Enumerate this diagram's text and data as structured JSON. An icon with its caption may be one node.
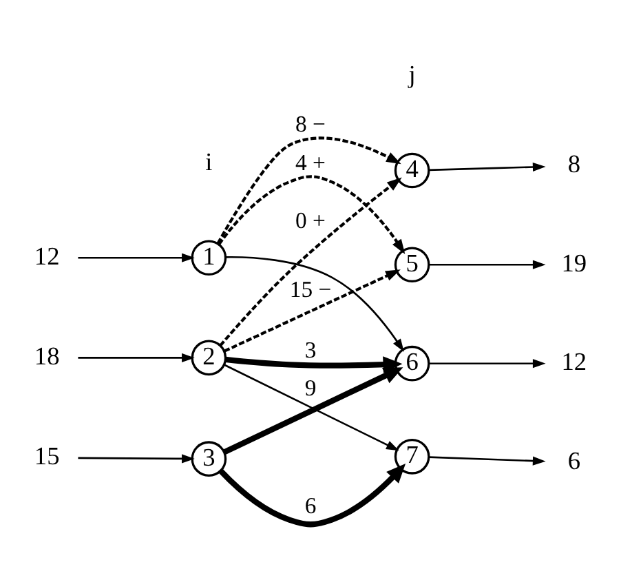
{
  "diagram": {
    "nodes": [
      {
        "text": [
          "1"
        ]
      },
      {
        "text": [
          "2"
        ]
      },
      {
        "text": [
          "3"
        ]
      },
      {
        "text": [
          "4"
        ]
      },
      {
        "text": [
          "5"
        ]
      },
      {
        "text": [
          "6"
        ]
      },
      {
        "text": [
          "7"
        ]
      },
      {
        "text": [
          "12"
        ]
      },
      {
        "text": [
          "18"
        ]
      },
      {
        "text": [
          "15"
        ]
      },
      {
        "text": [
          "8"
        ]
      },
      {
        "text": [
          "19"
        ]
      },
      {
        "text": [
          "12"
        ]
      },
      {
        "text": [
          "6"
        ]
      }
    ],
    "edges": [
      {
        "from": 7,
        "to": 0,
        "arrow": "to"
      },
      {
        "from": 8,
        "to": 1,
        "arrow": "to"
      },
      {
        "from": 9,
        "to": 2,
        "arrow": "to"
      },
      {
        "from": 0,
        "to": 3,
        "arrow": "to",
        "label": "8 −",
        "style": "dashed"
      },
      {
        "from": 0,
        "to": 4,
        "arrow": "to",
        "label": "4 +",
        "style": "dashed"
      },
      {
        "from": 0,
        "to": 5,
        "arrow": "to"
      },
      {
        "from": 1,
        "to": 3,
        "arrow": "to",
        "label": "0 +",
        "style": "dashed"
      },
      {
        "from": 1,
        "to": 4,
        "arrow": "to",
        "label": "15 −",
        "style": "dashed"
      },
      {
        "from": 1,
        "to": 5,
        "arrow": "to",
        "label": "3",
        "style": "thick"
      },
      {
        "from": 1,
        "to": 6,
        "arrow": "to"
      },
      {
        "from": 2,
        "to": 5,
        "arrow": "to",
        "label": "9",
        "style": "thick"
      },
      {
        "from": 2,
        "to": 6,
        "arrow": "to",
        "label": "6",
        "style": "thick"
      },
      {
        "from": 3,
        "to": 10,
        "arrow": "to"
      },
      {
        "from": 4,
        "to": 11,
        "arrow": "to"
      },
      {
        "from": 5,
        "to": 12,
        "arrow": "to"
      },
      {
        "from": 6,
        "to": 13,
        "arrow": "to"
      }
    ],
    "labels": [
      "i",
      "j"
    ]
  }
}
